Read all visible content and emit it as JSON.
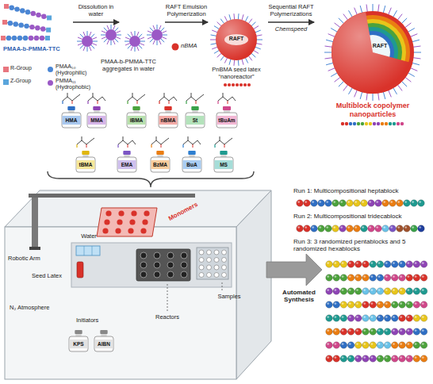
{
  "diagram": {
    "nodes": [
      {
        "text": [
          "HMA"
        ]
      },
      {
        "text": [
          "MMA"
        ]
      },
      {
        "text": [
          "iBMA"
        ]
      },
      {
        "text": [
          "nBMA"
        ]
      },
      {
        "text": [
          "St"
        ]
      },
      {
        "text": [
          "tBuAm"
        ]
      },
      {
        "text": [
          "tBMA"
        ]
      },
      {
        "text": [
          "EMA"
        ]
      },
      {
        "text": [
          "BzMA"
        ]
      },
      {
        "text": [
          "BuA"
        ]
      },
      {
        "text": [
          "MS"
        ]
      },
      {
        "text": [
          "KPS"
        ]
      },
      {
        "text": [
          "AIBN"
        ]
      }
    ],
    "labels": [
      "PMAA-b-PMMA-TTC",
      "Dissolution in water",
      "PMAA-b-PMMA-TTC aggregates in water",
      "RAFT Emulsion Polymerization",
      "nBMA",
      "RAFT",
      "PnBMA seed latex “nanoreactor”",
      "Sequential RAFT Polymerizations",
      "Chemspeed",
      "RAFT",
      "Multiblock copolymer nanoparticles",
      "Monomers",
      "N₂ Atmosphere",
      "Robotic Arm",
      "Water",
      "Seed Latex",
      "Initiators",
      "Reactors",
      "Samples",
      "Automated Synthesis",
      "Run 1: Multicompositional heptablock",
      "Run 2: Multicompositional tridecablock",
      "Run 3: 3 randomized pentablocks and 5 randomized hexablocks"
    ],
    "legend": [
      {
        "text": "R-Group",
        "color": "#e8767f"
      },
      {
        "text": "Z-Group",
        "color": "#5aa6dc"
      },
      {
        "text": "PMAA₅₀ (Hydrophilic)",
        "color": "#4a86d4"
      },
      {
        "text": "PMMA₁₁ (Hydrophobic)",
        "color": "#9b59c6"
      }
    ]
  }
}
